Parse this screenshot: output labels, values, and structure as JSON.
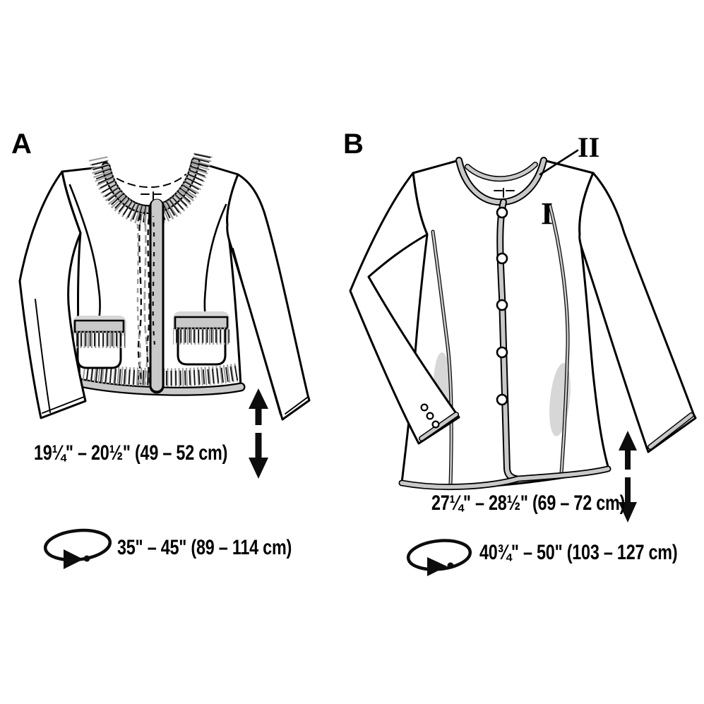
{
  "colors": {
    "trim_gray": "#c9c9c9",
    "shadow_gray": "#d7d7d7",
    "fringe_gray": "#9b9b9b",
    "ink": "#0d0d0d"
  },
  "figure_a": {
    "label": "A",
    "length_measurement": "19¼\" – 20½\" (49 – 52 cm)",
    "circumference_measurement": "35\" – 45\" (89 – 114 cm)"
  },
  "figure_b": {
    "label": "B",
    "view_marker_primary": "I",
    "view_marker_secondary": "II",
    "length_measurement": "27¼\" – 28½\" (69 – 72 cm)",
    "circumference_measurement": "40¾\" – 50\" (103 – 127 cm)"
  }
}
